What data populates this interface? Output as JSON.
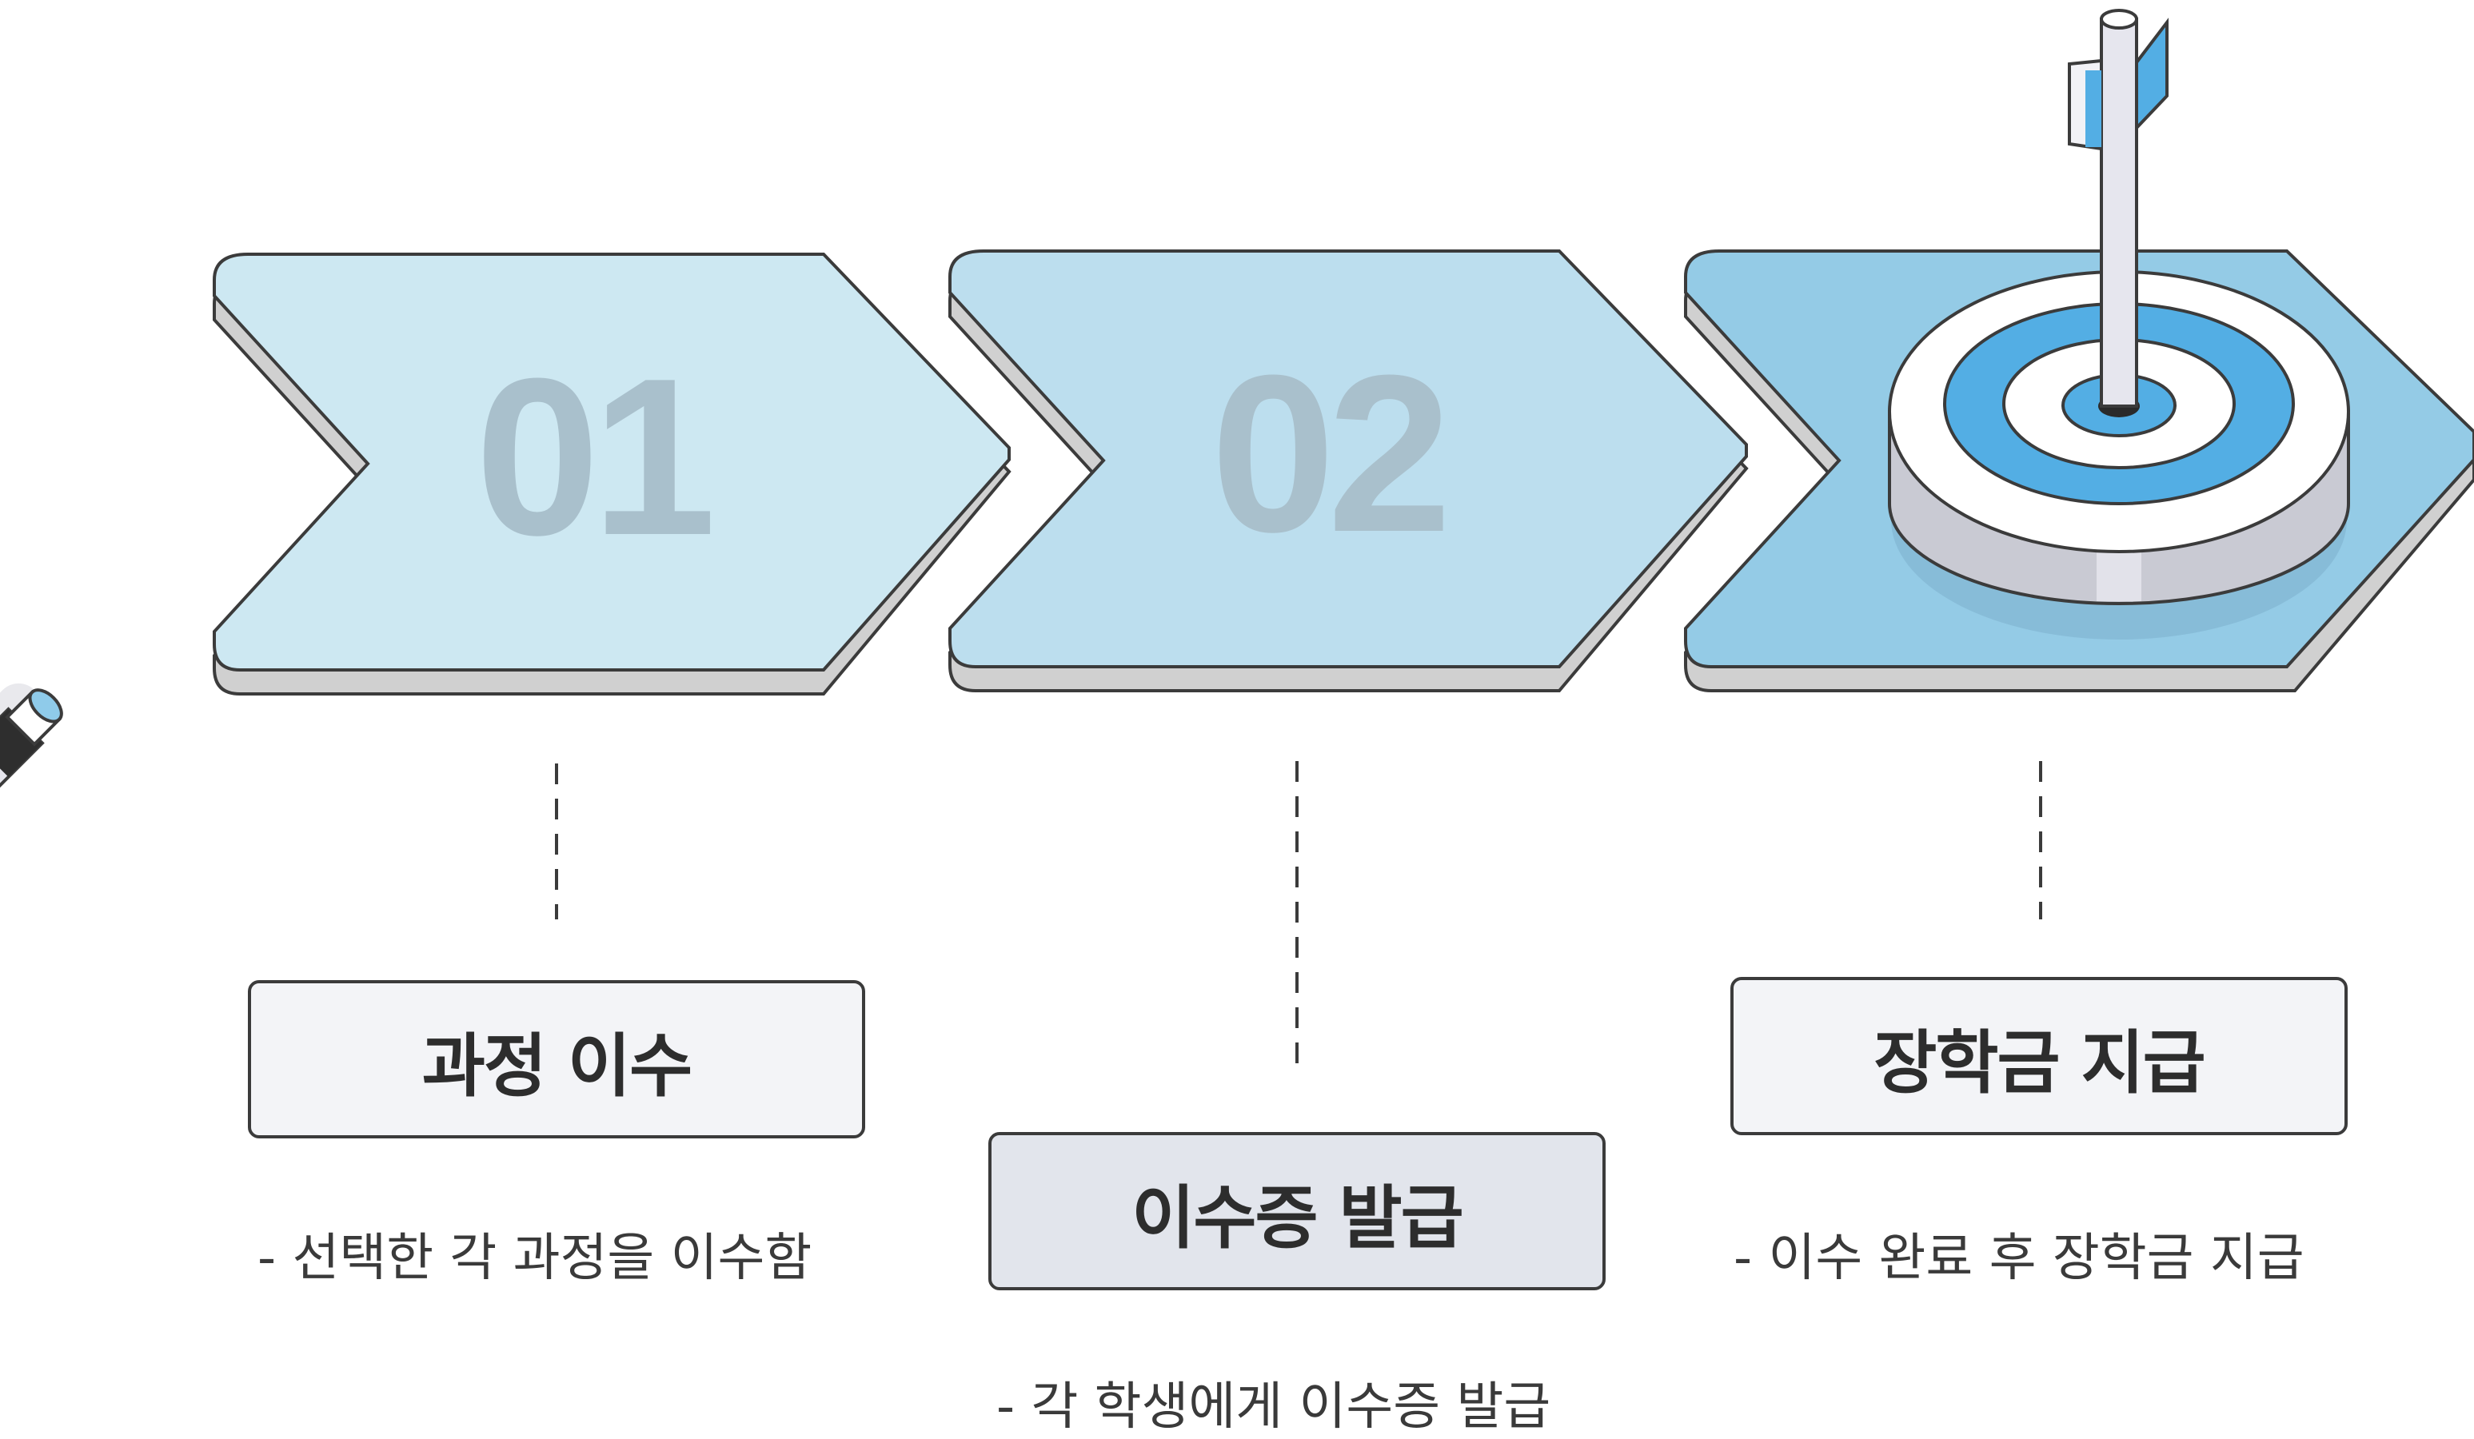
{
  "steps": [
    {
      "number": "01",
      "label": "과정 이수",
      "description": "- 선택한 각 과정을 이수함"
    },
    {
      "number": "02",
      "label": "이수증 발급",
      "description": "- 각 학생에게 이수증 발급"
    },
    {
      "number": "",
      "label": "장학금 지급",
      "description": "- 이수 완료 후 장학금 지급"
    }
  ],
  "colors": {
    "arrow_1": "#cde8f2",
    "arrow_2": "#bcdeee",
    "arrow_3": "#94cbe6",
    "number_text": "#a9c0cc",
    "target_blue": "#53aee4",
    "outline": "#3b3b3b"
  },
  "icons": [
    "pen-icon",
    "target-icon",
    "flag-icon"
  ]
}
